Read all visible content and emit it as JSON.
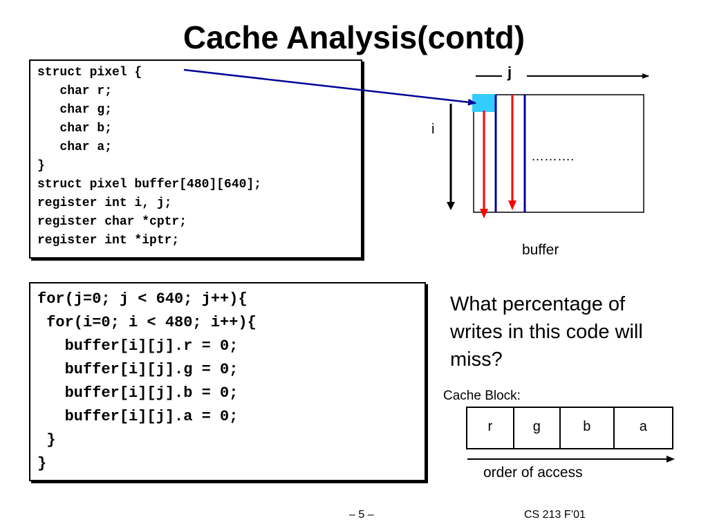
{
  "slide": {
    "title": "Cache Analysis(contd)",
    "struct_code": [
      "struct pixel {",
      "   char r;",
      "   char g;",
      "   char b;",
      "   char a;",
      "}",
      "struct pixel buffer[480][640];",
      "register int i, j;",
      "register char *cptr;",
      "register int *iptr;"
    ],
    "loop_code": [
      "for(j=0; j < 640; j++){",
      " for(i=0; i < 480; i++){",
      "   buffer[i][j].r = 0;",
      "   buffer[i][j].g = 0;",
      "   buffer[i][j].b = 0;",
      "   buffer[i][j].a = 0;",
      " }",
      "}"
    ],
    "diagram": {
      "j_label": "j",
      "i_label": "i",
      "dots": "……….",
      "buffer_label": "buffer",
      "highlight_color": "#33ccff",
      "column_line_color": "#000099",
      "access_arrow_color": "#ff0000",
      "pointer_arrow_color": "#000099"
    },
    "question": "What percentage of writes in this code will miss?",
    "cache_block": {
      "label": "Cache Block:",
      "cells": [
        "r",
        "g",
        "b",
        "a"
      ],
      "order_label": "order of access"
    },
    "footer": {
      "page": "– 5 –",
      "course": "CS 213 F’01"
    }
  }
}
